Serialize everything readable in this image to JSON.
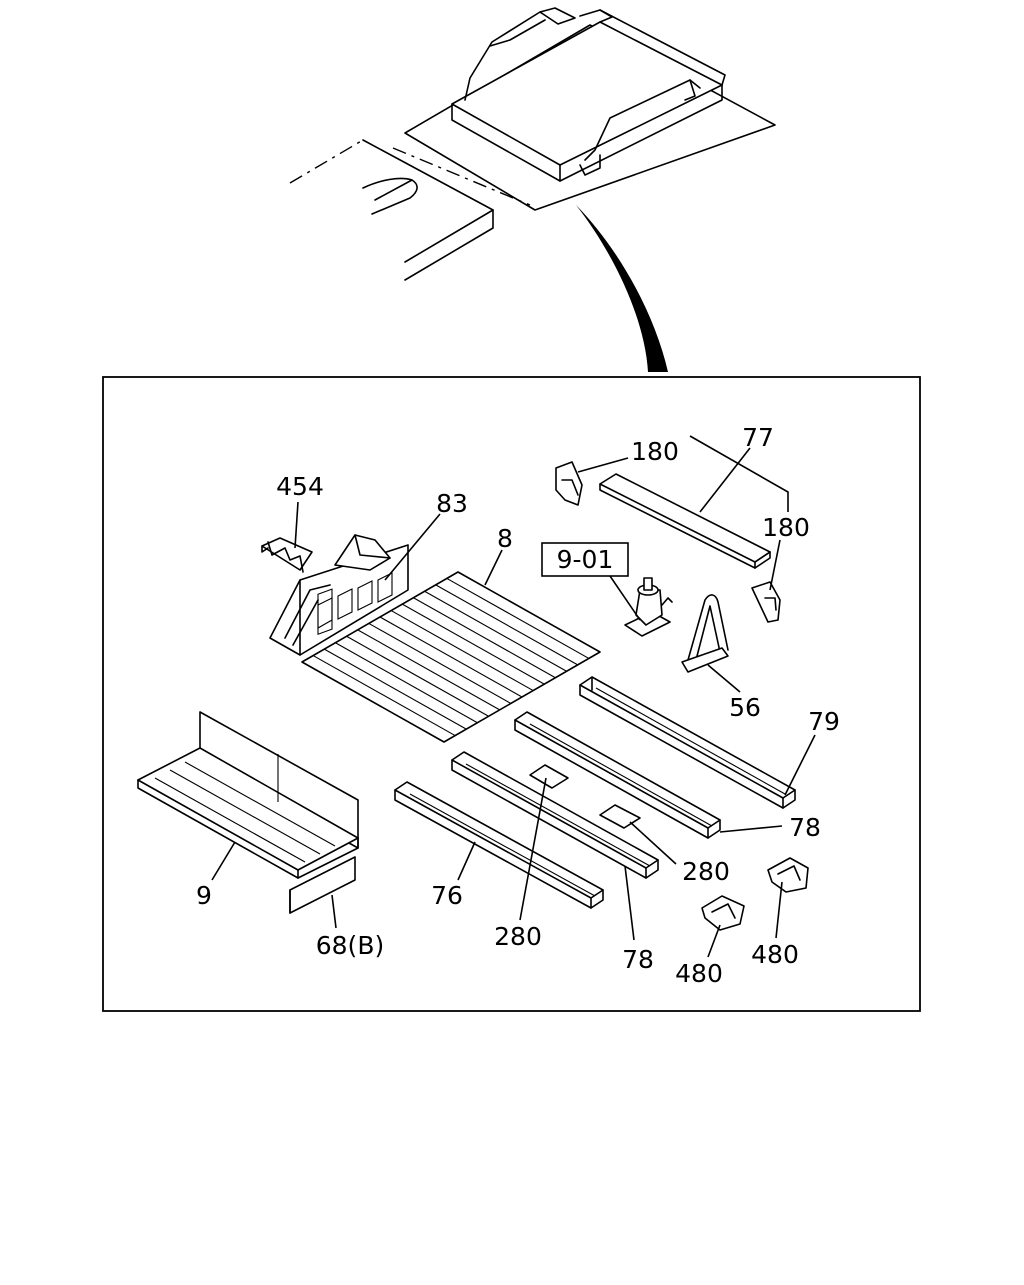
{
  "diagram": {
    "refbox_label": "9-01",
    "callouts": {
      "p454": "454",
      "p83": "83",
      "p8": "8",
      "p180a": "180",
      "p77": "77",
      "p180b": "180",
      "p56": "56",
      "p79": "79",
      "p78a": "78",
      "p280a": "280",
      "p9": "9",
      "p76": "76",
      "p68b": "68(B)",
      "p280b": "280",
      "p78b": "78",
      "p480a": "480",
      "p480b": "480"
    }
  }
}
